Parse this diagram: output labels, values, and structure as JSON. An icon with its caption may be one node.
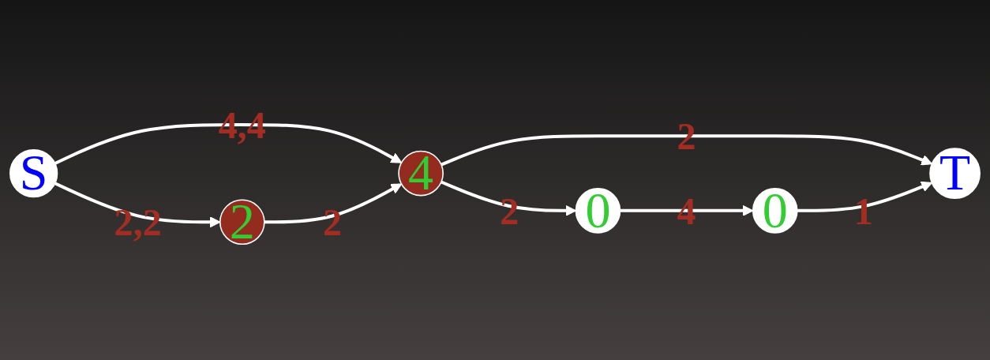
{
  "diagram": {
    "nodes": [
      {
        "text": [
          "S"
        ]
      },
      {
        "text": [
          "2"
        ]
      },
      {
        "text": [
          "4"
        ]
      },
      {
        "text": [
          "0"
        ]
      },
      {
        "text": [
          "0"
        ]
      },
      {
        "text": [
          "T"
        ]
      }
    ],
    "edges": [
      {
        "from": 0,
        "to": 2,
        "arrow": "to",
        "label": "4,4"
      },
      {
        "from": 0,
        "to": 1,
        "arrow": "to",
        "label": "2,2"
      },
      {
        "from": 1,
        "to": 2,
        "arrow": "to",
        "label": "2"
      },
      {
        "from": 2,
        "to": 5,
        "arrow": "to",
        "label": "2"
      },
      {
        "from": 2,
        "to": 3,
        "arrow": "to",
        "label": "2"
      },
      {
        "from": 3,
        "to": 4,
        "arrow": "to",
        "label": "4"
      },
      {
        "from": 4,
        "to": 5,
        "arrow": "to",
        "label": "1"
      }
    ]
  }
}
